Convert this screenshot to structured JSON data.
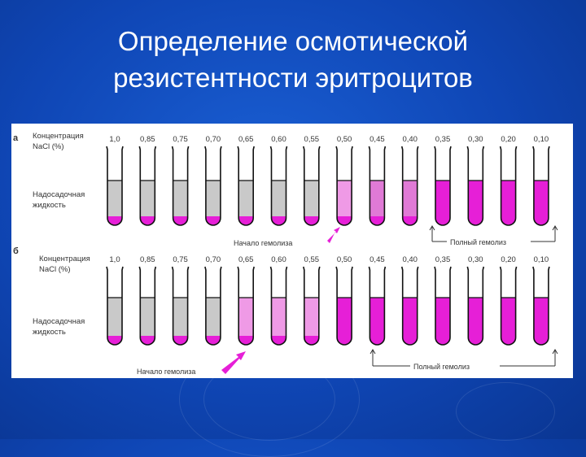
{
  "title": {
    "line1": "Определение осмотической",
    "line2": "резистентности эритроцитов"
  },
  "colors": {
    "background": "#1250c4",
    "panel": "#ffffff",
    "sediment": "#c9c9c9",
    "hemolysis_full": "#e61fd7",
    "hemolysis_partial": "#ef9ae6",
    "pellet": "#e61fd7",
    "arrow": "#e61fd7"
  },
  "figure": {
    "concentrations": [
      "1,0",
      "0,85",
      "0,75",
      "0,70",
      "0,65",
      "0,60",
      "0,55",
      "0,50",
      "0,45",
      "0,40",
      "0,35",
      "0,30",
      "0,20",
      "0,10"
    ],
    "panel_a": {
      "marker": "а",
      "conc_label_line1": "Концентрация",
      "conc_label_line2": "NaCl (%)",
      "sup_label_line1": "Надосадочная",
      "sup_label_line2": "жидкость",
      "start_label": "Начало гемолиза",
      "full_label": "Полный гемолиз",
      "tube_states": [
        "none",
        "none",
        "none",
        "none",
        "none",
        "none",
        "none",
        "light",
        "medium",
        "medium",
        "full",
        "full",
        "full",
        "full"
      ]
    },
    "panel_b": {
      "marker": "б",
      "conc_label_line1": "Концентрация",
      "conc_label_line2": "NaCl (%)",
      "sup_label_line1": "Надосадочная",
      "sup_label_line2": "жидкость",
      "start_label": "Начало гемолиза",
      "full_label": "Полный гемолиз",
      "tube_states": [
        "none",
        "none",
        "none",
        "none",
        "light",
        "light",
        "light",
        "full",
        "full",
        "full",
        "full",
        "full",
        "full",
        "full"
      ]
    }
  }
}
